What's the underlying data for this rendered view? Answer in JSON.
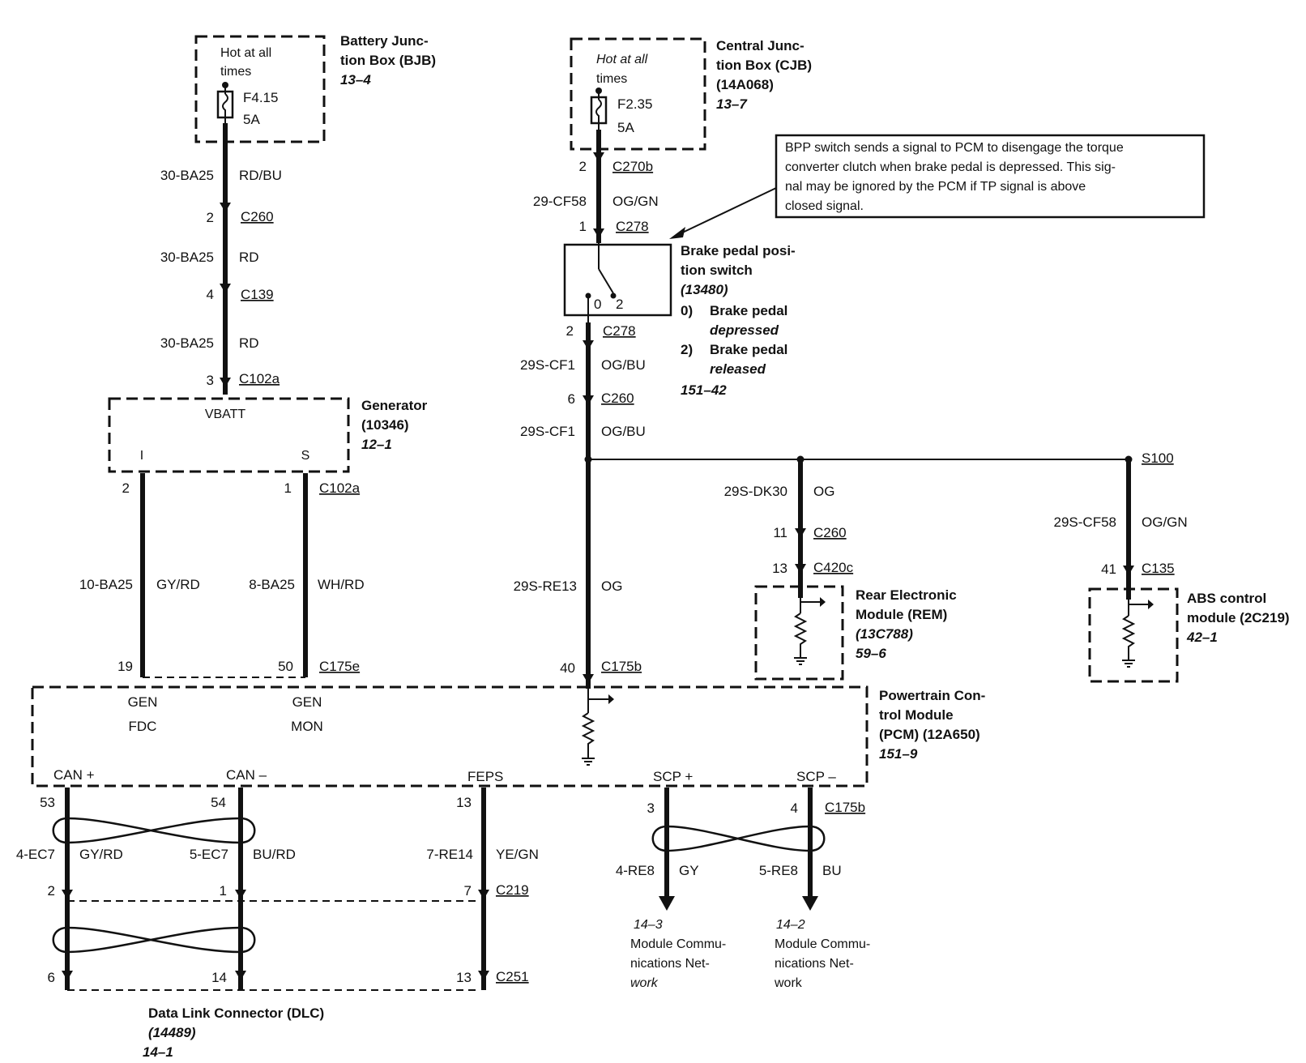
{
  "bjb": {
    "hot": [
      "Hot at all",
      "times"
    ],
    "fuse_id": "F4.15",
    "fuse_amp": "5A",
    "title": [
      "Battery Junc-",
      "tion Box (BJB)"
    ],
    "ref": "13–4"
  },
  "cjb": {
    "hot": [
      "Hot at all",
      "times"
    ],
    "fuse_id": "F2.35",
    "fuse_amp": "5A",
    "title": [
      "Central Junc-",
      "tion Box (CJB)",
      "(14A068)"
    ],
    "ref": "13–7"
  },
  "note": {
    "lines": [
      "BPP switch sends a signal to PCM to disengage the torque",
      "converter clutch when brake pedal is depressed. This sig-",
      "nal may be ignored by the PCM if TP signal is above",
      "closed signal."
    ]
  },
  "left_wire": {
    "seg1": {
      "circuit": "30-BA25",
      "color": "RD/BU"
    },
    "c260": {
      "pin": "2",
      "connector": "C260"
    },
    "seg2": {
      "circuit": "30-BA25",
      "color": "RD"
    },
    "c139": {
      "pin": "4",
      "connector": "C139"
    },
    "seg3": {
      "circuit": "30-BA25",
      "color": "RD"
    },
    "c102a": {
      "pin": "3",
      "connector": "C102a"
    }
  },
  "generator": {
    "vbatt": "VBATT",
    "pin_i": "I",
    "pin_s": "S",
    "title": [
      "Generator",
      "(10346)"
    ],
    "ref": "12–1"
  },
  "gen_wires": {
    "i_pin": "2",
    "s_pin": "1",
    "connector": "C102a",
    "i_circuit": "10-BA25",
    "i_color": "GY/RD",
    "s_circuit": "8-BA25",
    "s_color": "WH/RD",
    "i_pcm_pin": "19",
    "s_pcm_pin": "50",
    "pcm_connector": "C175e"
  },
  "center_wire": {
    "c270b": {
      "pin": "2",
      "connector": "C270b"
    },
    "seg1": {
      "circuit": "29-CF58",
      "color": "OG/GN"
    },
    "c278_top": {
      "pin": "1",
      "connector": "C278"
    },
    "c278_bot": {
      "pin": "2",
      "connector": "C278"
    },
    "seg2": {
      "circuit": "29S-CF1",
      "color": "OG/BU"
    },
    "c260": {
      "pin": "6",
      "connector": "C260"
    },
    "seg3": {
      "circuit": "29S-CF1",
      "color": "OG/BU"
    },
    "seg4": {
      "circuit": "29S-RE13",
      "color": "OG"
    },
    "c175b": {
      "pin": "40",
      "connector": "C175b"
    }
  },
  "bpp": {
    "pos0": "0",
    "pos2": "2",
    "title": [
      "Brake pedal posi-",
      "tion switch",
      "(13480)"
    ],
    "state0_num": "0)",
    "state0": [
      "Brake pedal",
      "depressed"
    ],
    "state2_num": "2)",
    "state2": [
      "Brake pedal",
      "released"
    ],
    "ref": "151–42"
  },
  "splice": {
    "label": "S100"
  },
  "rem_wire": {
    "seg": {
      "circuit": "29S-DK30",
      "color": "OG"
    },
    "c260": {
      "pin": "11",
      "connector": "C260"
    },
    "c420c": {
      "pin": "13",
      "connector": "C420c"
    }
  },
  "rem": {
    "title": [
      "Rear Electronic",
      "Module (REM)",
      "(13C788)"
    ],
    "ref": "59–6"
  },
  "abs_wire": {
    "seg": {
      "circuit": "29S-CF58",
      "color": "OG/GN"
    },
    "c135": {
      "pin": "41",
      "connector": "C135"
    }
  },
  "abs": {
    "title": [
      "ABS control",
      "module (2C219)"
    ],
    "ref": "42–1"
  },
  "pcm": {
    "gen_fdc": [
      "GEN",
      "FDC"
    ],
    "gen_mon": [
      "GEN",
      "MON"
    ],
    "title": [
      "Powertrain Con-",
      "trol Module",
      "(PCM) (12A650)"
    ],
    "ref": "151–9",
    "can_plus": "CAN +",
    "can_minus": "CAN –",
    "feps": "FEPS",
    "scp_plus": "SCP +",
    "scp_minus": "SCP –"
  },
  "bottom": {
    "can_plus": {
      "pcm_pin": "53",
      "circuit": "4-EC7",
      "color": "GY/RD",
      "mid_pin": "2",
      "dlc_pin": "6"
    },
    "can_minus": {
      "pcm_pin": "54",
      "circuit": "5-EC7",
      "color": "BU/RD",
      "mid_pin": "1",
      "dlc_pin": "14"
    },
    "feps": {
      "pcm_pin": "13",
      "circuit": "7-RE14",
      "color": "YE/GN",
      "mid_pin": "7",
      "mid_connector": "C219",
      "dlc_pin": "13",
      "dlc_connector": "C251"
    },
    "scp_plus": {
      "pcm_pin": "3",
      "circuit": "4-RE8",
      "color": "GY",
      "ref": "14–3",
      "dest": [
        "Module Commu-",
        "nications Net-",
        "work"
      ]
    },
    "scp_minus": {
      "pcm_pin": "4",
      "connector": "C175b",
      "circuit": "5-RE8",
      "color": "BU",
      "ref": "14–2",
      "dest": [
        "Module Commu-",
        "nications Net-",
        "work"
      ]
    }
  },
  "dlc": {
    "title": "Data Link Connector (DLC)",
    "part": "(14489)",
    "ref": "14–1"
  }
}
